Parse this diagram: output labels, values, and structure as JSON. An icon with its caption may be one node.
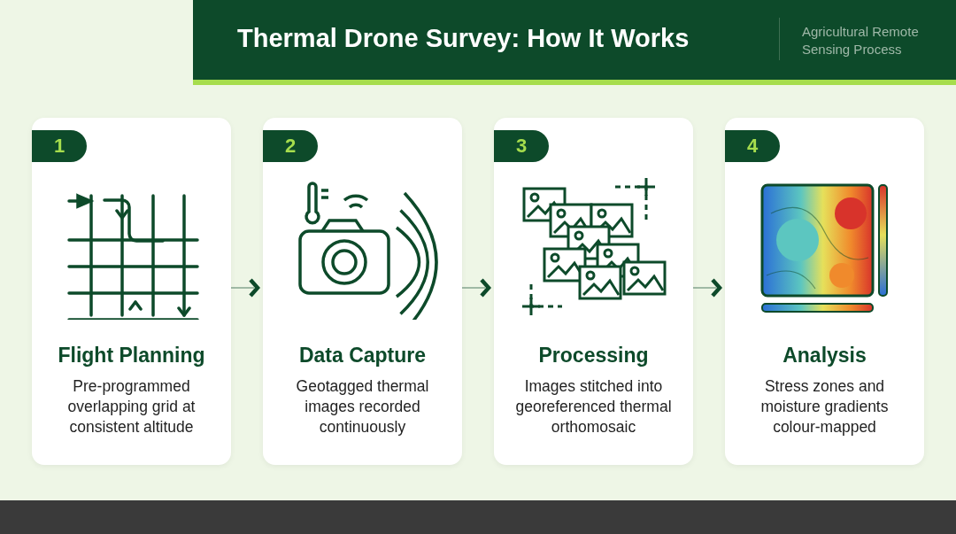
{
  "diagram": {
    "title": "Thermal Drone Survey: How It Works",
    "nodes": [
      {
        "text": [
          "Flight Planning",
          "Pre-programmed overlapping grid at consistent altitude"
        ]
      },
      {
        "text": [
          "1"
        ],
        "in": 0
      },
      {
        "text": [
          "Data Capture",
          "Geotagged thermal images recorded continuously"
        ]
      },
      {
        "text": [
          "2"
        ],
        "in": 2
      },
      {
        "text": [
          "Processing",
          "Images stitched into georeferenced thermal orthomosaic"
        ]
      },
      {
        "text": [
          "3"
        ],
        "in": 4
      },
      {
        "text": [
          "Analysis",
          "Stress zones and moisture gradients colour-mapped"
        ]
      },
      {
        "text": [
          "4"
        ],
        "in": 6
      }
    ],
    "edges": [
      {
        "from": 0,
        "to": 2,
        "arrow": "to"
      },
      {
        "from": 2,
        "to": 4,
        "arrow": "to"
      },
      {
        "from": 4,
        "to": 6,
        "arrow": "to"
      }
    ],
    "labels": [
      "Agricultural Remote Sensing Process"
    ]
  }
}
